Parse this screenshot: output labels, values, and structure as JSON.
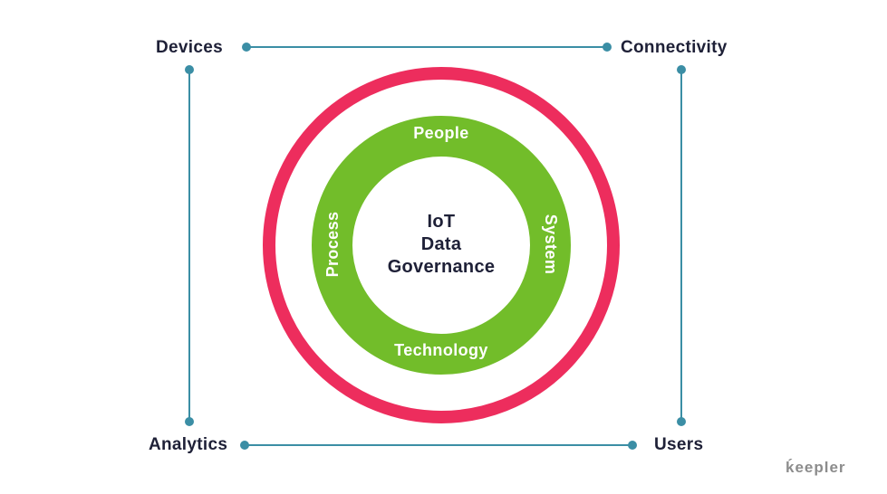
{
  "corner_labels": {
    "top_left": "Devices",
    "top_right": "Connectivity",
    "bottom_left": "Analytics",
    "bottom_right": "Users"
  },
  "ring_labels": {
    "top": "People",
    "right": "System",
    "bottom": "Technology",
    "left": "Process"
  },
  "center": {
    "lines": [
      "IoT",
      "Data",
      "Governance"
    ]
  },
  "logo": {
    "label": "ḱeepler"
  },
  "colors": {
    "outer_ring_pink": "#ED2D5D",
    "inner_ring_green": "#72BD2A",
    "connector_teal": "#3B8EA5",
    "text_navy": "#1E2037",
    "logo_gray": "#8C8C8C"
  }
}
